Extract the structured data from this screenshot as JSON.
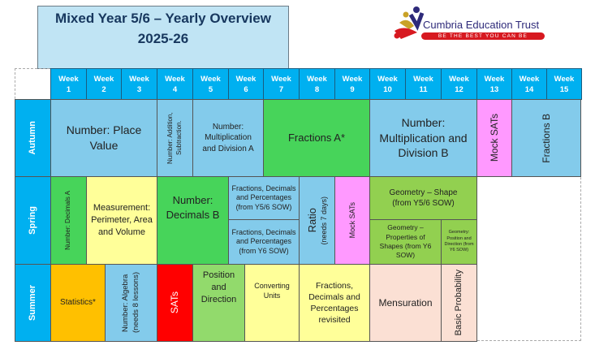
{
  "header": {
    "title_line1": "Mixed Year 5/6 – Yearly Overview",
    "title_line2": "2025-26"
  },
  "logo": {
    "name": "Cumbria Education Trust",
    "tagline": "BE THE BEST YOU CAN BE"
  },
  "weeks": [
    "Week 1",
    "Week 2",
    "Week 3",
    "Week 4",
    "Week 5",
    "Week 6",
    "Week 7",
    "Week 8",
    "Week 9",
    "Week 10",
    "Week 11",
    "Week 12",
    "Week 13",
    "Week 14",
    "Week 15"
  ],
  "terms": {
    "autumn": "Autumn",
    "spring": "Spring",
    "summer": "Summer"
  },
  "autumn": [
    "Number: Place Value",
    "Number: Addition, Subtraction.",
    "Number: Multiplication and Division A",
    "Fractions A*",
    "Number: Multiplication and Division B",
    "Mock SATs",
    "Fractions B"
  ],
  "spring": [
    "Number: Decimals A",
    "Measurement: Perimeter, Area and Volume",
    "Number: Decimals B",
    "Fractions, Decimals and Percentages (from Y5/6 SOW)",
    "Fractions, Decimals and Percentages (from Y6 SOW)",
    "Ratio",
    "(needs 7 days)",
    "Mock SATs",
    "Geometry – Shape (from Y5/6 SOW)",
    "Geometry – Properties of Shapes (from Y6 SOW)",
    "Geometry: Position and Direction (from Y6 SOW)"
  ],
  "summer": [
    "Statistics*",
    "Number: Algebra (needs 8 lessons)",
    "SATs",
    "Position and Direction",
    "Converting Units",
    "Fractions, Decimals and Percentages revisited",
    "Mensuration",
    "Basic Probability"
  ],
  "colors": {
    "header": "#00b0f0",
    "light_blue": "#83cbeb",
    "green": "#47d45a",
    "yellow": "#ffff99",
    "pink": "#ff99ff",
    "lime": "#92d050",
    "orange": "#ffc000",
    "red": "#ff0000",
    "peach": "#fbe0d4"
  }
}
